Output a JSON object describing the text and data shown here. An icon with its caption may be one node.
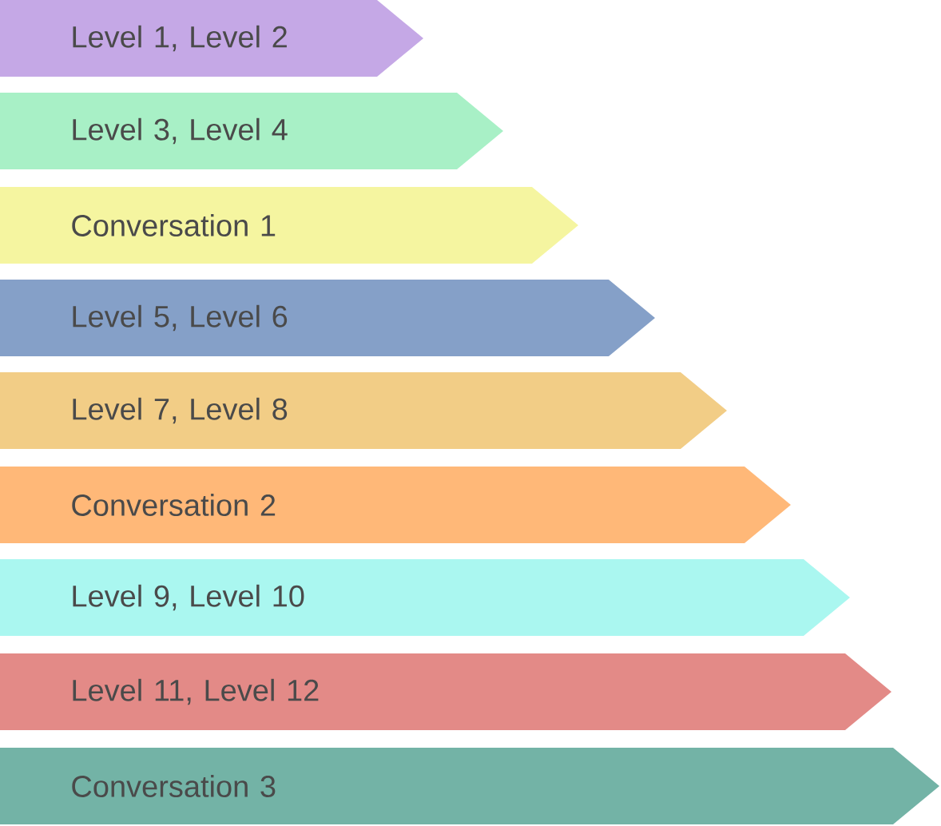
{
  "diagram": {
    "nodes": [
      {
        "text": [
          "Level 1, Level 2"
        ]
      },
      {
        "text": [
          "Level 3, Level 4"
        ]
      },
      {
        "text": [
          "Conversation 1"
        ]
      },
      {
        "text": [
          "Level 5, Level 6"
        ]
      },
      {
        "text": [
          "Level 7, Level 8"
        ]
      },
      {
        "text": [
          "Conversation 2"
        ]
      },
      {
        "text": [
          "Level 9, Level 10"
        ]
      },
      {
        "text": [
          "Level 11, Level 12"
        ]
      },
      {
        "text": [
          "Conversation 3"
        ]
      }
    ]
  }
}
